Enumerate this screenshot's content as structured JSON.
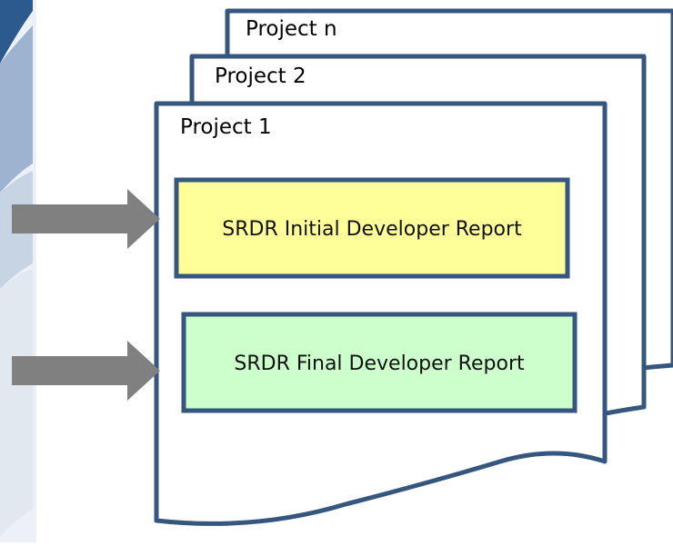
{
  "documents": [
    {
      "id": "project-n",
      "title": "Project n"
    },
    {
      "id": "project-2",
      "title": "Project 2"
    },
    {
      "id": "project-1",
      "title": "Project 1"
    }
  ],
  "reports": [
    {
      "id": "initial",
      "label": "SRDR Initial Developer Report",
      "fill": "#ffff99"
    },
    {
      "id": "final",
      "label": "SRDR Final Developer Report",
      "fill": "#ccffcc"
    }
  ],
  "colors": {
    "document_border": "#35567e",
    "arrow": "#808080",
    "background_blue": "#2f5f96"
  },
  "icons": {
    "arrow": "right-arrow-icon"
  }
}
